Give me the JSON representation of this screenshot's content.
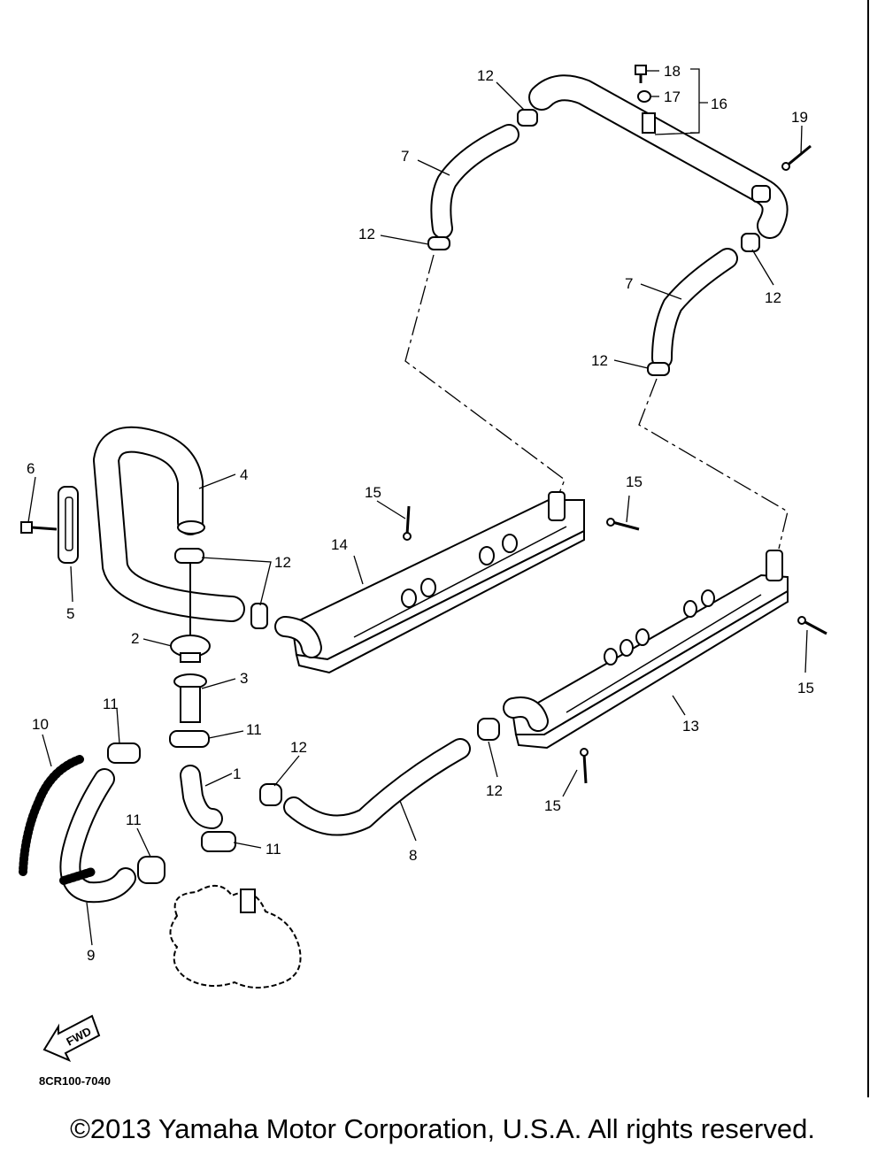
{
  "diagram": {
    "callouts": [
      "1",
      "2",
      "3",
      "4",
      "5",
      "6",
      "7",
      "8",
      "9",
      "10",
      "11",
      "12",
      "13",
      "14",
      "15",
      "16",
      "17",
      "18",
      "19"
    ],
    "drawing_code": "8CR100-7040",
    "fwd_label": "FWD"
  },
  "footer": {
    "copyright": "©2013 Yamaha Motor Corporation, U.S.A. All rights reserved."
  }
}
